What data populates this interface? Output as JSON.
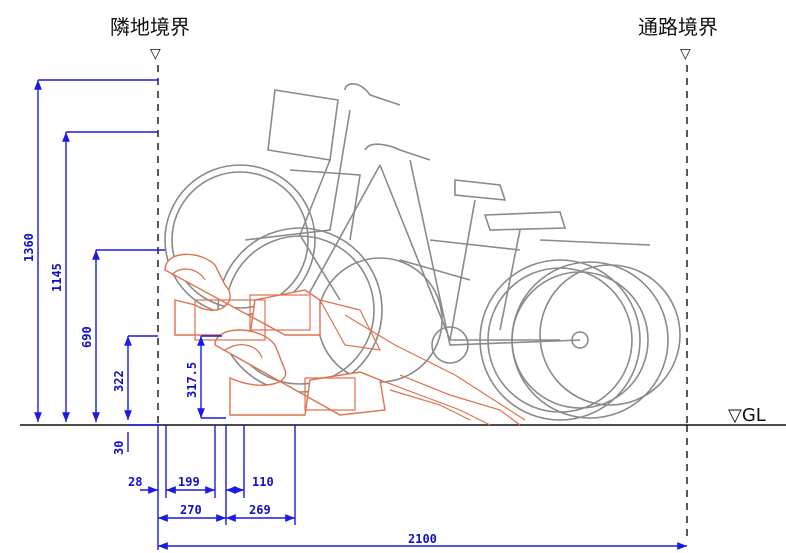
{
  "labels": {
    "neighbor_boundary": "隣地境界",
    "road_boundary": "通路境界",
    "ground_level": "▽GL",
    "marker": "▽"
  },
  "dimensions": {
    "h1360": "1360",
    "h1145": "1145",
    "h690": "690",
    "h322": "322",
    "h317_5": "317.5",
    "h30": "30",
    "w28": "28",
    "w199": "199",
    "w110": "110",
    "w270": "270",
    "w269": "269",
    "w2100": "2100"
  },
  "colors": {
    "dimension": "#1a1ae6",
    "bicycle": "#8a8a8a",
    "rack": "#e07050",
    "boundary": "#111111"
  }
}
